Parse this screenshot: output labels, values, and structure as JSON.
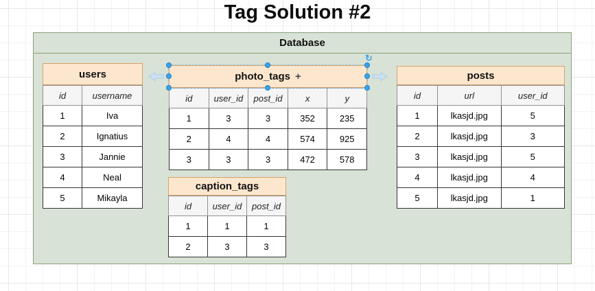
{
  "page_title": "Tag Solution #2",
  "container": {
    "title": "Database"
  },
  "tables": [
    {
      "title": "users",
      "columns": [
        "id",
        "username"
      ],
      "rows": [
        [
          "1",
          "Iva"
        ],
        [
          "2",
          "Ignatius"
        ],
        [
          "3",
          "Jannie"
        ],
        [
          "4",
          "Neal"
        ],
        [
          "5",
          "Mikayla"
        ]
      ]
    },
    {
      "title": "photo_tags",
      "selected": true,
      "columns": [
        "id",
        "user_id",
        "post_id",
        "x",
        "y"
      ],
      "rows": [
        [
          "1",
          "3",
          "3",
          "352",
          "235"
        ],
        [
          "2",
          "4",
          "4",
          "574",
          "925"
        ],
        [
          "3",
          "3",
          "3",
          "472",
          "578"
        ]
      ]
    },
    {
      "title": "caption_tags",
      "columns": [
        "id",
        "user_id",
        "post_id"
      ],
      "rows": [
        [
          "1",
          "1",
          "1"
        ],
        [
          "2",
          "3",
          "3"
        ]
      ]
    },
    {
      "title": "posts",
      "columns": [
        "id",
        "url",
        "user_id"
      ],
      "rows": [
        [
          "1",
          "lkasjd.jpg",
          "5"
        ],
        [
          "2",
          "lkasjd.jpg",
          "3"
        ],
        [
          "3",
          "lkasjd.jpg",
          "5"
        ],
        [
          "4",
          "lkasjd.jpg",
          "4"
        ],
        [
          "5",
          "lkasjd.jpg",
          "1"
        ]
      ]
    }
  ],
  "icons": {
    "move_handle_glyph": "+",
    "rotate_handle_glyph": "↻"
  },
  "colors": {
    "container_fill": "#D9E2D6",
    "container_border": "#87A278",
    "table_title_fill": "#FCE7CE",
    "table_title_border": "#D6A268",
    "column_header_fill": "#F5F5F5",
    "cell_border": "#343434",
    "selection_handle": "#3BA3E8",
    "direction_arrow_fill": "#CDE1F3"
  }
}
